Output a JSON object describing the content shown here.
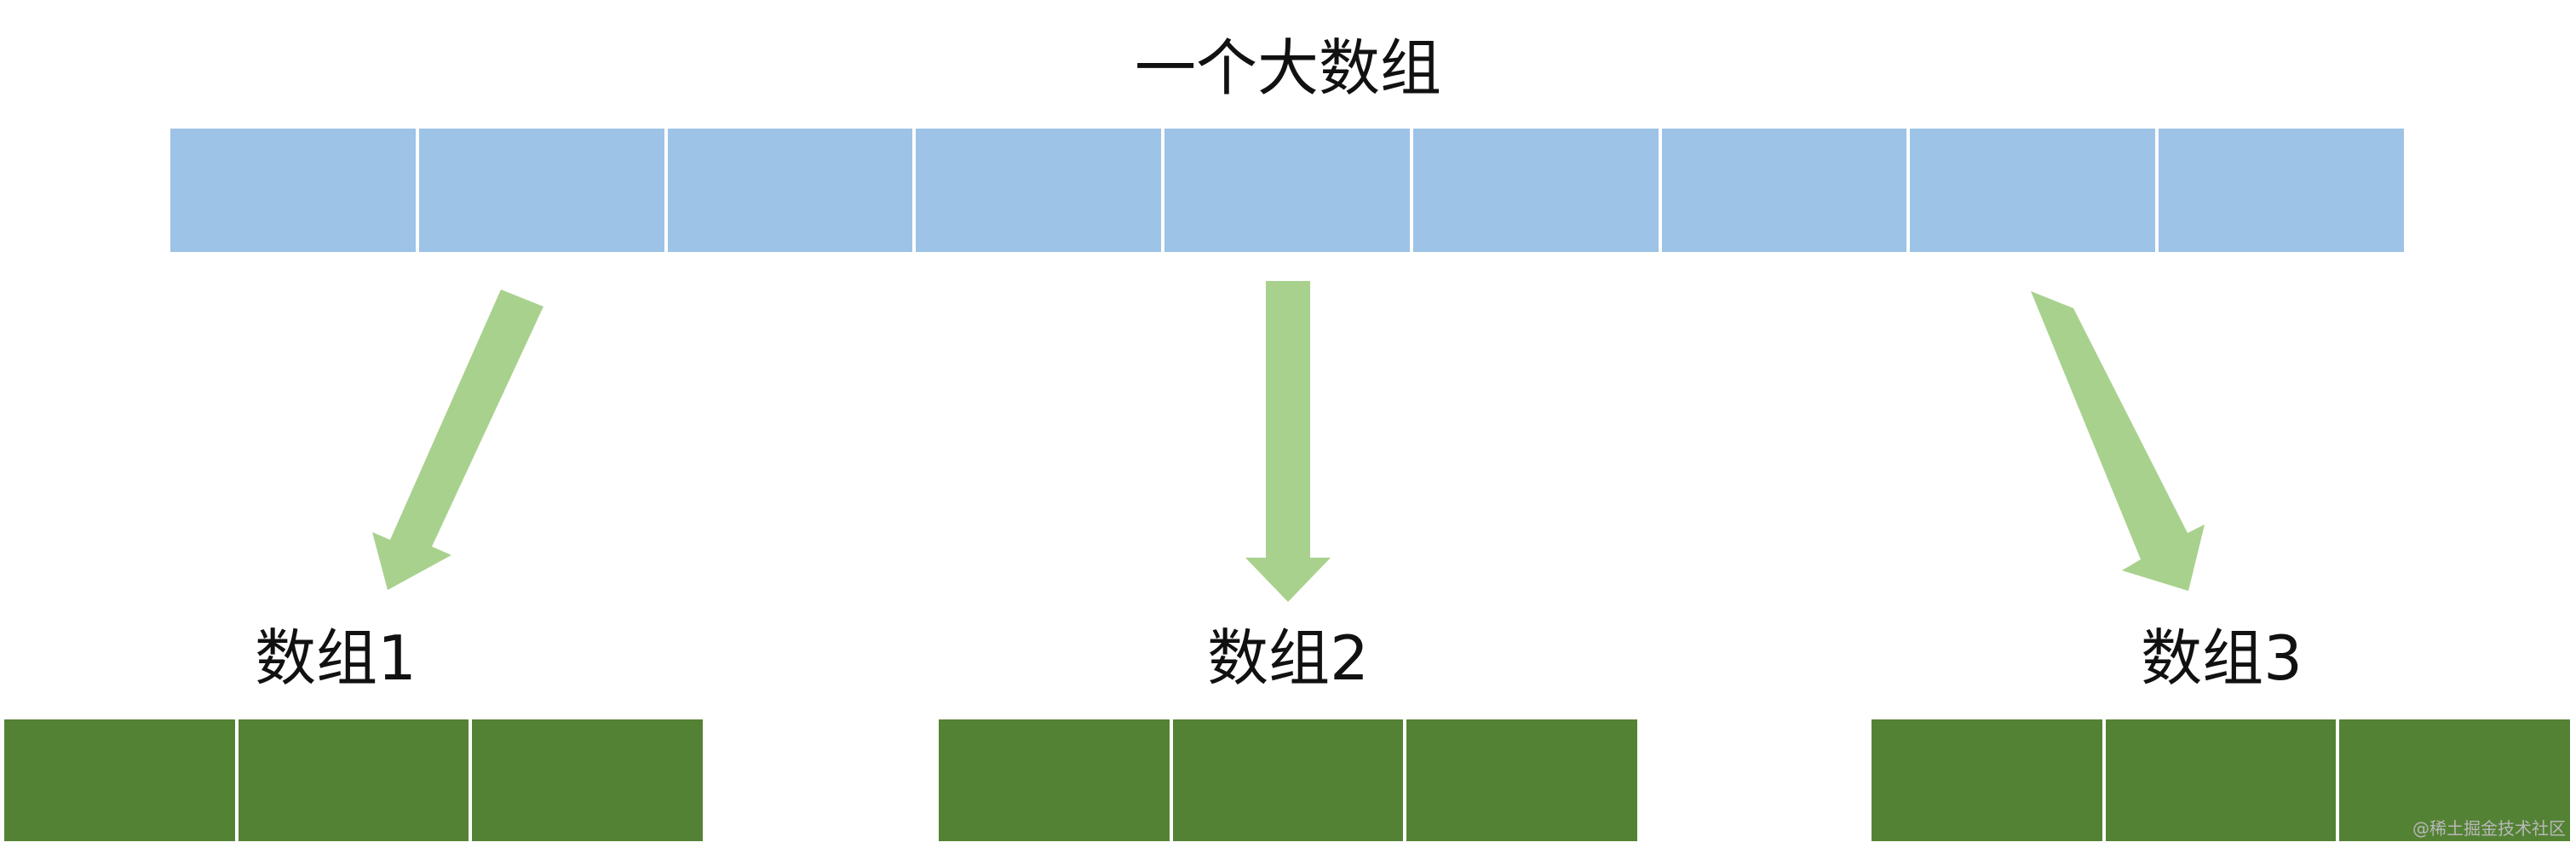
{
  "title": "一个大数组",
  "big_array": {
    "cell_count": 9,
    "color": "#9dc3e6"
  },
  "arrow_color": "#a9d18e",
  "sub_arrays": [
    {
      "label": "数组1",
      "cell_count": 3,
      "color": "#548235"
    },
    {
      "label": "数组2",
      "cell_count": 3,
      "color": "#548235"
    },
    {
      "label": "数组3",
      "cell_count": 3,
      "color": "#548235"
    }
  ],
  "watermark": "@稀土掘金技术社区"
}
